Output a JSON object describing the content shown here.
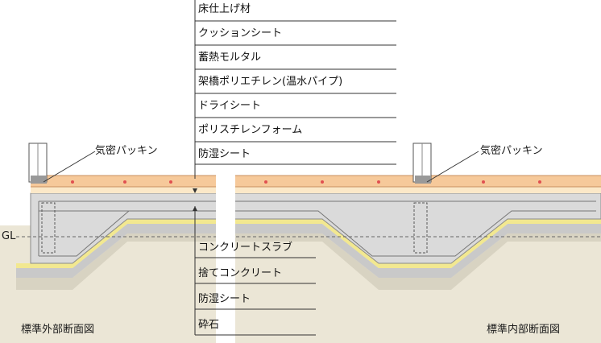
{
  "labels": {
    "top_layers": [
      "床仕上げ材",
      "クッションシート",
      "蓄熱モルタル",
      "架橋ポリエチレン(温水パイプ)",
      "ドライシート",
      "ポリスチレンフォーム",
      "防湿シート"
    ],
    "bottom_layers": [
      "コンクリートスラブ",
      "捨てコンクリート",
      "防湿シート",
      "砕石"
    ],
    "airtight_left": "気密パッキン",
    "airtight_right": "気密パッキン",
    "gl": "GL",
    "section_left": "標準外部断面図",
    "section_right": "標準内部断面図"
  },
  "colors": {
    "ground": "#e9e4d4",
    "concrete": "#dcdcdc",
    "lean_concrete": "#cdcdcd",
    "moisture_sheet": "#f0e89a",
    "floor_finish": "#f6c99a",
    "pipe_dot": "#e05050",
    "line": "#333333"
  }
}
